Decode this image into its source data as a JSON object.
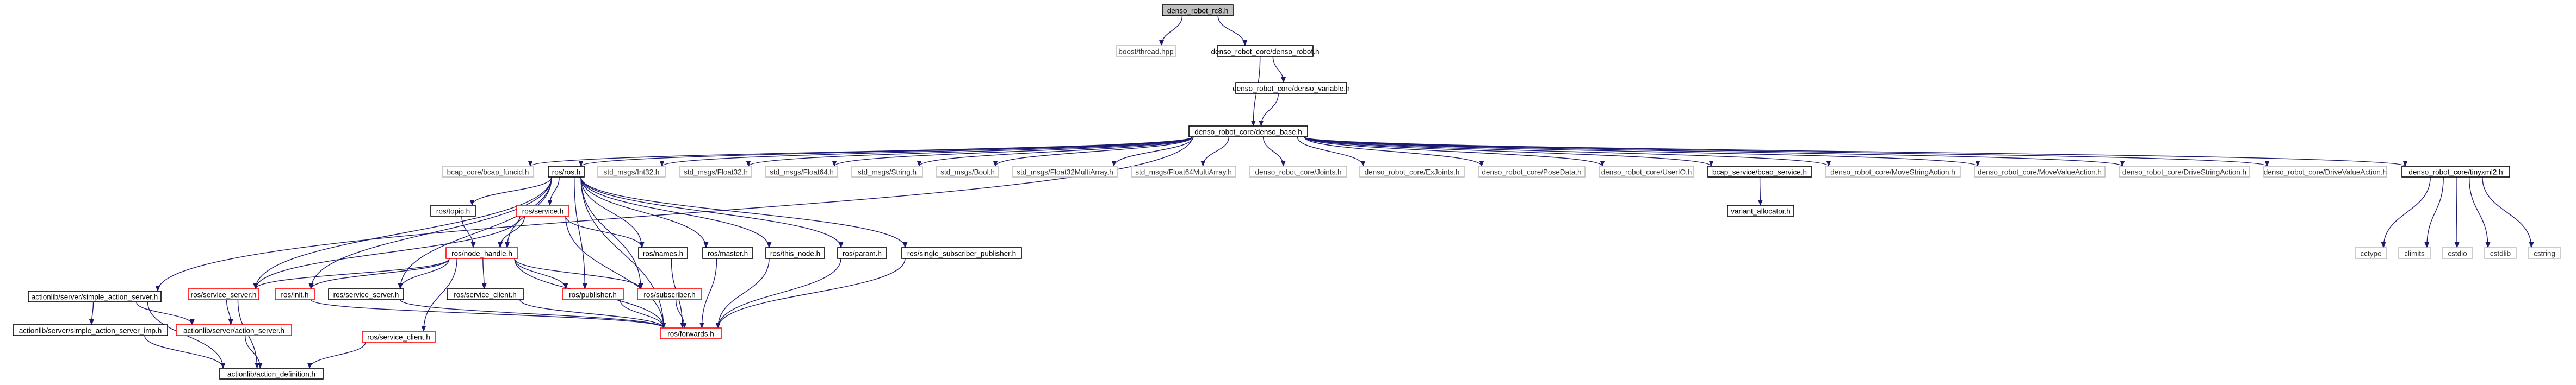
{
  "graph": {
    "nodes": {
      "root": {
        "label": "denso_robot_rc8.h"
      },
      "boostthread": {
        "label": "boost/thread.hpp"
      },
      "drc_robot": {
        "label": "denso_robot_core/denso_robot.h"
      },
      "drc_variable": {
        "label": "denso_robot_core/denso_variable.h"
      },
      "drc_base": {
        "label": "denso_robot_core/denso_base.h"
      },
      "bcap_funcid": {
        "label": "bcap_core/bcap_funcid.h"
      },
      "rosh": {
        "label": "ros/ros.h"
      },
      "int32": {
        "label": "std_msgs/Int32.h"
      },
      "float32": {
        "label": "std_msgs/Float32.h"
      },
      "float64": {
        "label": "std_msgs/Float64.h"
      },
      "string": {
        "label": "std_msgs/String.h"
      },
      "bool": {
        "label": "std_msgs/Bool.h"
      },
      "f32ma": {
        "label": "std_msgs/Float32MultiArray.h"
      },
      "f64ma": {
        "label": "std_msgs/Float64MultiArray.h"
      },
      "joints": {
        "label": "denso_robot_core/Joints.h"
      },
      "exjoints": {
        "label": "denso_robot_core/ExJoints.h"
      },
      "posedata": {
        "label": "denso_robot_core/PoseData.h"
      },
      "userio": {
        "label": "denso_robot_core/UserIO.h"
      },
      "bcap_service": {
        "label": "bcap_service/bcap_service.h"
      },
      "movestring": {
        "label": "denso_robot_core/MoveStringAction.h"
      },
      "movevalue": {
        "label": "denso_robot_core/MoveValueAction.h"
      },
      "drivestring": {
        "label": "denso_robot_core/DriveStringAction.h"
      },
      "drivevalue": {
        "label": "denso_robot_core/DriveValueAction.h"
      },
      "tinyxml2": {
        "label": "denso_robot_core/tinyxml2.h"
      },
      "variant_allocator": {
        "label": "variant_allocator.h"
      },
      "cctype": {
        "label": "cctype"
      },
      "climits": {
        "label": "climits"
      },
      "cstdio": {
        "label": "cstdio"
      },
      "cstdlib": {
        "label": "cstdlib"
      },
      "cstring": {
        "label": "cstring"
      },
      "sas": {
        "label": "actionlib/server/simple_action_server.h"
      },
      "sas_imp": {
        "label": "actionlib/server/simple_action_server_imp.h"
      },
      "action_server": {
        "label": "actionlib/server/action_server.h"
      },
      "action_def": {
        "label": "actionlib/action_definition.h"
      },
      "topic": {
        "label": "ros/topic.h"
      },
      "service": {
        "label": "ros/service.h"
      },
      "node_handle": {
        "label": "ros/node_handle.h"
      },
      "names": {
        "label": "ros/names.h"
      },
      "master": {
        "label": "ros/master.h"
      },
      "this_node": {
        "label": "ros/this_node.h"
      },
      "param": {
        "label": "ros/param.h"
      },
      "ssp": {
        "label": "ros/single_subscriber_publisher.h"
      },
      "service_server": {
        "label": "ros/service_server.h"
      },
      "init": {
        "label": "ros/init.h"
      },
      "rss": {
        "label": "ros/service_server.h"
      },
      "service_client": {
        "label": "ros/service_client.h"
      },
      "publisher": {
        "label": "ros/publisher.h"
      },
      "subscriber": {
        "label": "ros/subscriber.h"
      },
      "rsc": {
        "label": "ros/service_client.h"
      },
      "forwards": {
        "label": "ros/forwards.h"
      }
    },
    "colors": {
      "edge": "#191970",
      "root_fill": "#bfbfbf",
      "doc_border": "#000000",
      "truncated_border": "#ff0000",
      "external_border": "#bfbfbf",
      "external_text": "#333333"
    }
  }
}
